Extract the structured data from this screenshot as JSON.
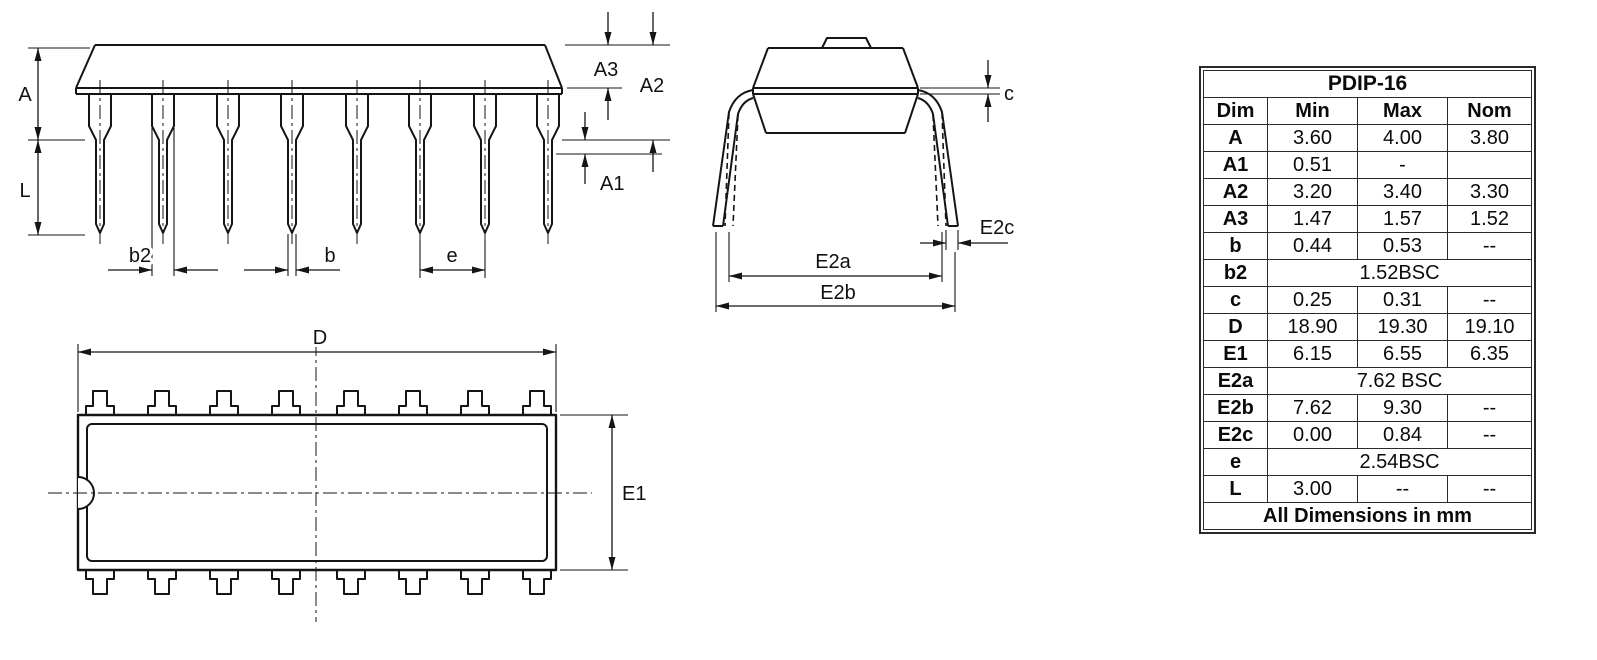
{
  "colors": {
    "ink": "#151515",
    "background": "#ffffff"
  },
  "drawings": {
    "side": {
      "A": "A",
      "A1": "A1",
      "A2": "A2",
      "A3": "A3",
      "L": "L",
      "b": "b",
      "b2": "b2",
      "e": "e"
    },
    "end": {
      "c": "c",
      "E2a": "E2a",
      "E2b": "E2b",
      "E2c": "E2c"
    },
    "top": {
      "D": "D",
      "E1": "E1"
    }
  },
  "table": {
    "title": "PDIP-16",
    "headers": [
      "Dim",
      "Min",
      "Max",
      "Nom"
    ],
    "rows": [
      {
        "dim": "A",
        "min": "3.60",
        "max": "4.00",
        "nom": "3.80"
      },
      {
        "dim": "A1",
        "min": "0.51",
        "max": "-",
        "nom": ""
      },
      {
        "dim": "A2",
        "min": "3.20",
        "max": "3.40",
        "nom": "3.30"
      },
      {
        "dim": "A3",
        "min": "1.47",
        "max": "1.57",
        "nom": "1.52"
      },
      {
        "dim": "b",
        "min": "0.44",
        "max": "0.53",
        "nom": "--"
      },
      {
        "dim": "b2",
        "span": "1.52BSC"
      },
      {
        "dim": "c",
        "min": "0.25",
        "max": "0.31",
        "nom": "--"
      },
      {
        "dim": "D",
        "min": "18.90",
        "max": "19.30",
        "nom": "19.10"
      },
      {
        "dim": "E1",
        "min": "6.15",
        "max": "6.55",
        "nom": "6.35"
      },
      {
        "dim": "E2a",
        "span": "7.62 BSC"
      },
      {
        "dim": "E2b",
        "min": "7.62",
        "max": "9.30",
        "nom": "--"
      },
      {
        "dim": "E2c",
        "min": "0.00",
        "max": "0.84",
        "nom": "--"
      },
      {
        "dim": "e",
        "span": "2.54BSC"
      },
      {
        "dim": "L",
        "min": "3.00",
        "max": "--",
        "nom": "--"
      }
    ],
    "footer": "All Dimensions in mm"
  }
}
